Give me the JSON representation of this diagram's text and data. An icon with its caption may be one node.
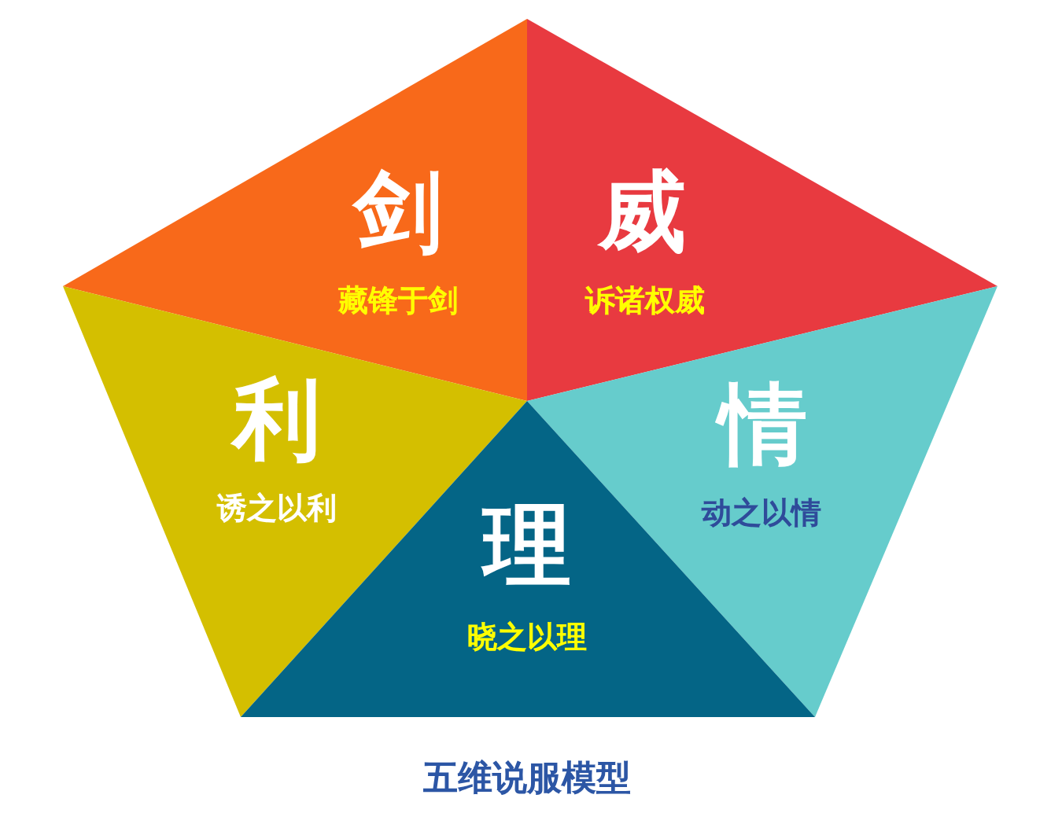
{
  "diagram": {
    "caption": "五维说服模型",
    "nodes": [
      {
        "text": [
          "剑",
          "藏锋于剑"
        ]
      },
      {
        "text": [
          "威",
          "诉诸权威"
        ]
      },
      {
        "text": [
          "利",
          "诱之以利"
        ]
      },
      {
        "text": [
          "情",
          "动之以情"
        ]
      },
      {
        "text": [
          "理",
          "晓之以理"
        ]
      }
    ]
  }
}
